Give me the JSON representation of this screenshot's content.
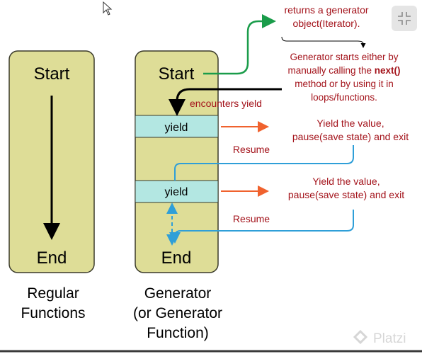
{
  "regular": {
    "start": "Start",
    "end": "End",
    "caption": [
      "Regular",
      "Functions"
    ]
  },
  "generator": {
    "start": "Start",
    "end": "End",
    "yield_labels": [
      "yield",
      "yield"
    ],
    "caption": [
      "Generator",
      "(or Generator",
      "Function)"
    ]
  },
  "annotations": {
    "returns": [
      "returns a generator",
      "object(Iterator)."
    ],
    "starts": [
      [
        "Generator starts either by"
      ],
      [
        "manually calling the ",
        "next()"
      ],
      [
        "method or by using it in"
      ],
      [
        "loops/functions."
      ]
    ],
    "encounters": "encounters yield",
    "yield_value_1": [
      "Yield the value,",
      "pause(save state) and exit"
    ],
    "yield_value_2": [
      "Yield the value,",
      "pause(save state) and exit"
    ],
    "resume_1": "Resume",
    "resume_2": "Resume"
  },
  "watermark": "Platzi",
  "colors": {
    "panel_fill": "#dedd97",
    "panel_stroke": "#3a3a2a",
    "yield_fill": "#b3e7e2",
    "annotation_red": "#a3121a",
    "green_arrow": "#1a9c4a",
    "orange_arrow": "#f0622e",
    "blue_line": "#2f9fd8"
  },
  "icons": {
    "collapse": "collapse-icon",
    "cursor": "mouse-cursor-icon",
    "watermark": "platzi-logo-icon"
  }
}
